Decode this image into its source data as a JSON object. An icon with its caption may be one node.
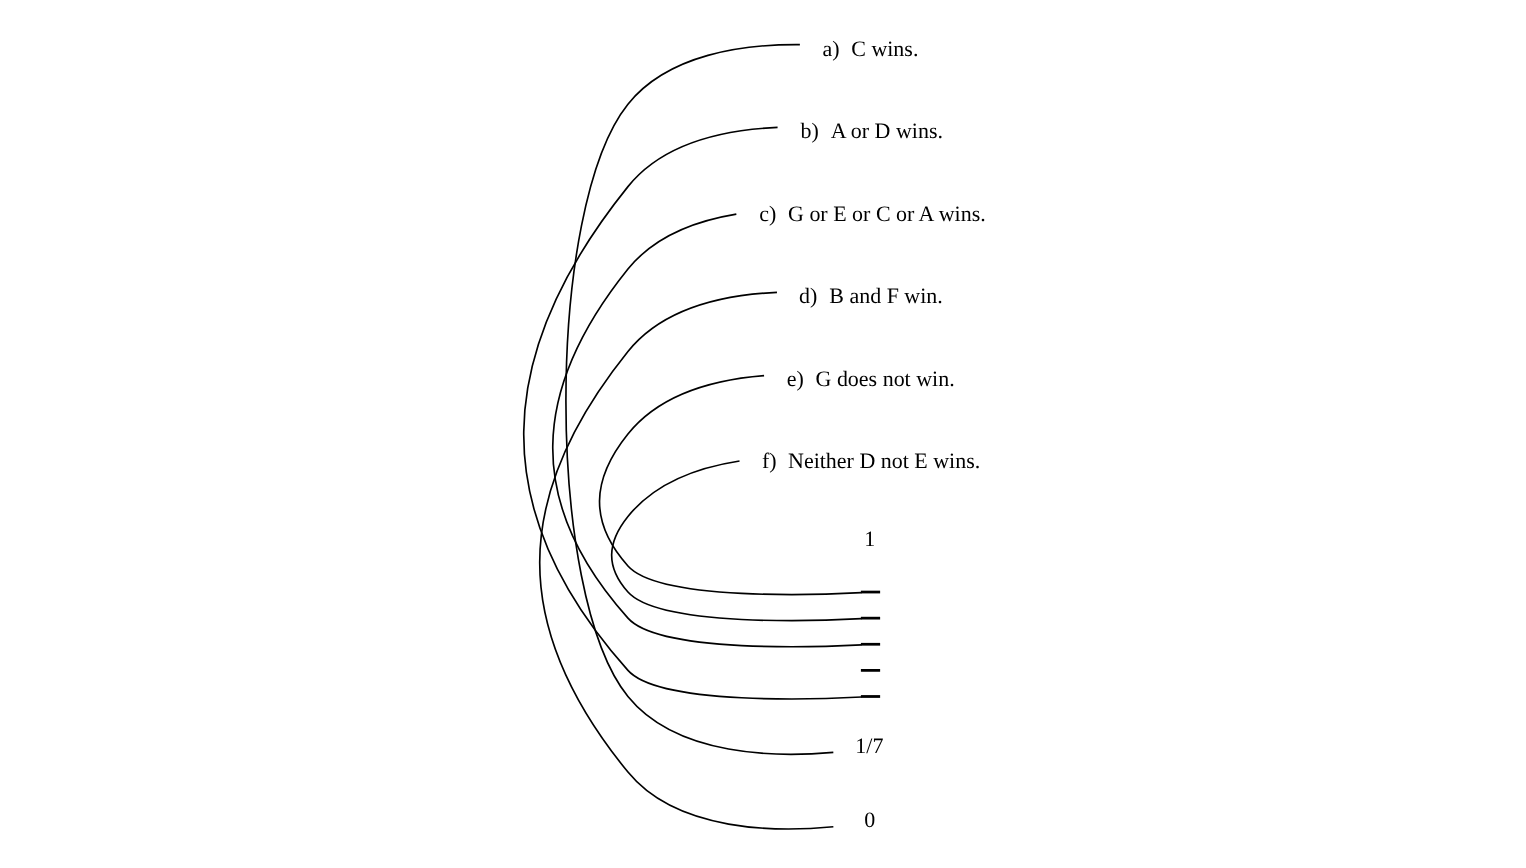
{
  "diagram": {
    "nodes": [
      {
        "text": [
          "C wins."
        ],
        "beside": [
          "a)"
        ]
      },
      {
        "text": [
          "A or D wins."
        ],
        "beside": [
          "b)"
        ]
      },
      {
        "text": [
          "G or E or C or A wins."
        ],
        "beside": [
          "c)"
        ]
      },
      {
        "text": [
          "B and F win."
        ],
        "beside": [
          "d)"
        ]
      },
      {
        "text": [
          "G does not win."
        ],
        "beside": [
          "e)"
        ]
      },
      {
        "text": [
          "Neither D not E wins."
        ],
        "beside": [
          "f)"
        ]
      },
      {
        "text": [
          "1"
        ]
      },
      {
        "text": [],
        "shape": "bar"
      },
      {
        "text": [],
        "shape": "bar"
      },
      {
        "text": [],
        "shape": "bar"
      },
      {
        "text": [],
        "shape": "bar"
      },
      {
        "text": [],
        "shape": "bar"
      },
      {
        "text": [
          "1/7"
        ]
      },
      {
        "text": [
          "0"
        ]
      }
    ],
    "edges": [
      {
        "from": 0,
        "to": 12,
        "arrow": "none"
      },
      {
        "from": 1,
        "to": 11,
        "arrow": "none"
      },
      {
        "from": 2,
        "to": 9,
        "arrow": "none"
      },
      {
        "from": 3,
        "to": 13,
        "arrow": "none"
      },
      {
        "from": 4,
        "to": 7,
        "arrow": "none"
      },
      {
        "from": 5,
        "to": 8,
        "arrow": "none"
      }
    ]
  }
}
